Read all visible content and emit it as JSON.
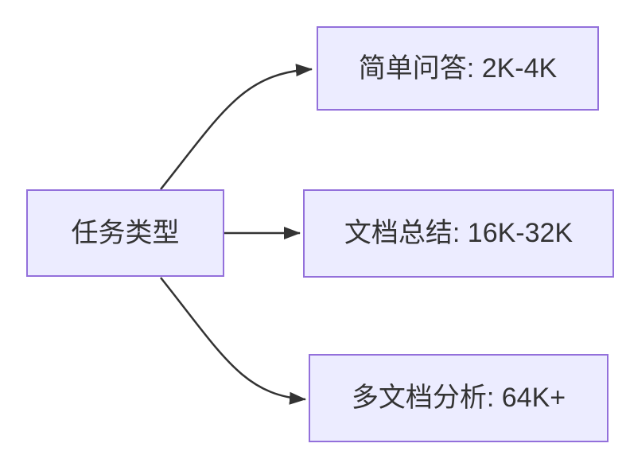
{
  "diagram": {
    "type": "flowchart",
    "direction": "left-to-right",
    "background_color": "#ffffff",
    "node_fill_color": "#ECECFF",
    "node_border_color": "#9370DB",
    "edge_color": "#333333",
    "text_color": "#333333",
    "nodes": [
      {
        "id": "root",
        "label": "任务类型"
      },
      {
        "id": "qa",
        "label": "简单问答: 2K-4K"
      },
      {
        "id": "summary",
        "label": "文档总结: 16K-32K"
      },
      {
        "id": "multi",
        "label": "多文档分析: 64K+"
      }
    ],
    "edges": [
      {
        "from": "root",
        "to": "qa",
        "style": "curved-up",
        "arrowhead": "filled-triangle"
      },
      {
        "from": "root",
        "to": "summary",
        "style": "straight",
        "arrowhead": "filled-triangle"
      },
      {
        "from": "root",
        "to": "multi",
        "style": "curved-down",
        "arrowhead": "filled-triangle"
      }
    ]
  }
}
